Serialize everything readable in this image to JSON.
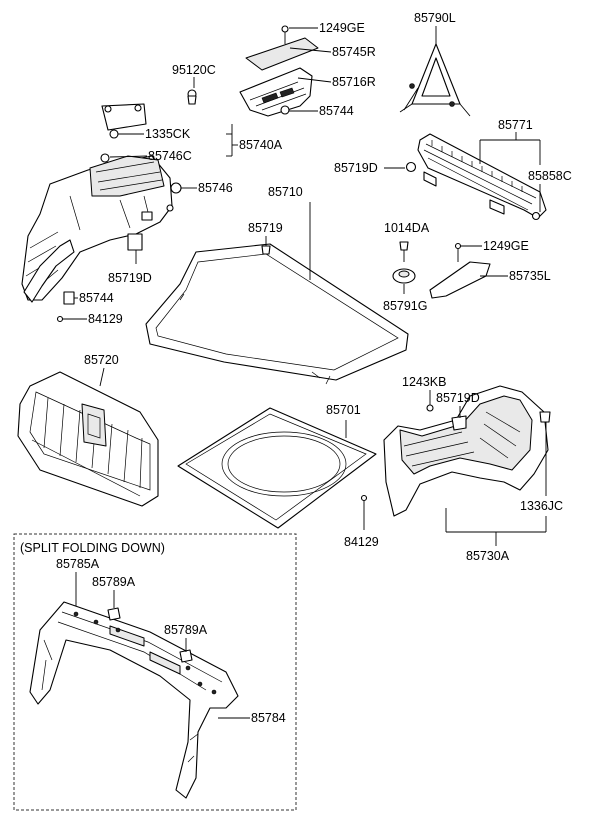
{
  "diagram": {
    "note": "(SPLIT FOLDING DOWN)",
    "labels": {
      "p1249ge_top": "1249GE",
      "p85745r": "85745R",
      "p85716r": "85716R",
      "p85744_top": "85744",
      "p95120c": "95120C",
      "p1335ck": "1335CK",
      "p85746c": "85746C",
      "p85740a": "85740A",
      "p85746": "85746",
      "p85719d_left": "85719D",
      "p85744_left": "85744",
      "p84129_left": "84129",
      "p85790l": "85790L",
      "p85771": "85771",
      "p85719d_right": "85719D",
      "p85858c": "85858C",
      "p1014da": "1014DA",
      "p1249ge_right": "1249GE",
      "p85791g": "85791G",
      "p85735l": "85735L",
      "p85710": "85710",
      "p85719": "85719",
      "p85720": "85720",
      "p85701": "85701",
      "p84129_mid": "84129",
      "p1243kb": "1243KB",
      "p85719d_mid": "85719D",
      "p1336jc": "1336JC",
      "p85730a": "85730A",
      "p85785a": "85785A",
      "p85789a_1": "85789A",
      "p85789a_2": "85789A",
      "p85784": "85784"
    }
  }
}
